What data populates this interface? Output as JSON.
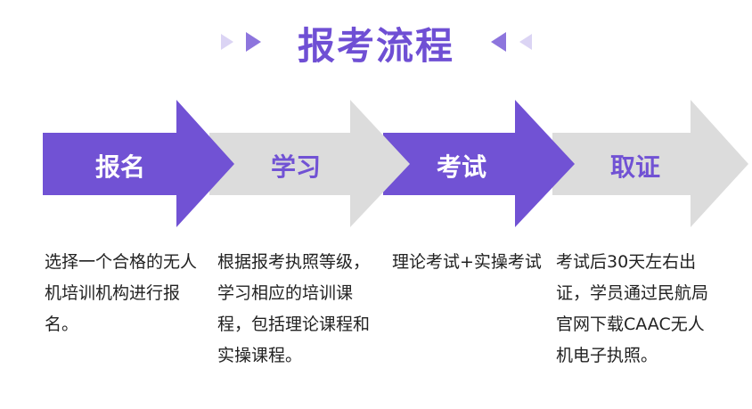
{
  "title": "报考流程",
  "colors": {
    "accent": "#7152d4",
    "inactive": "#dcdcdc"
  },
  "steps": [
    {
      "label": "报名",
      "active": true,
      "description": "选择一个合格的无人机培训机构进行报名。"
    },
    {
      "label": "学习",
      "active": false,
      "description": "根据报考执照等级，学习相应的培训课程，包括理论课程和实操课程。"
    },
    {
      "label": "考试",
      "active": true,
      "description": "理论考试+实操考试"
    },
    {
      "label": "取证",
      "active": false,
      "description": "考试后30天左右出证，学员通过民航局官网下载CAAC无人机电子执照。"
    }
  ]
}
